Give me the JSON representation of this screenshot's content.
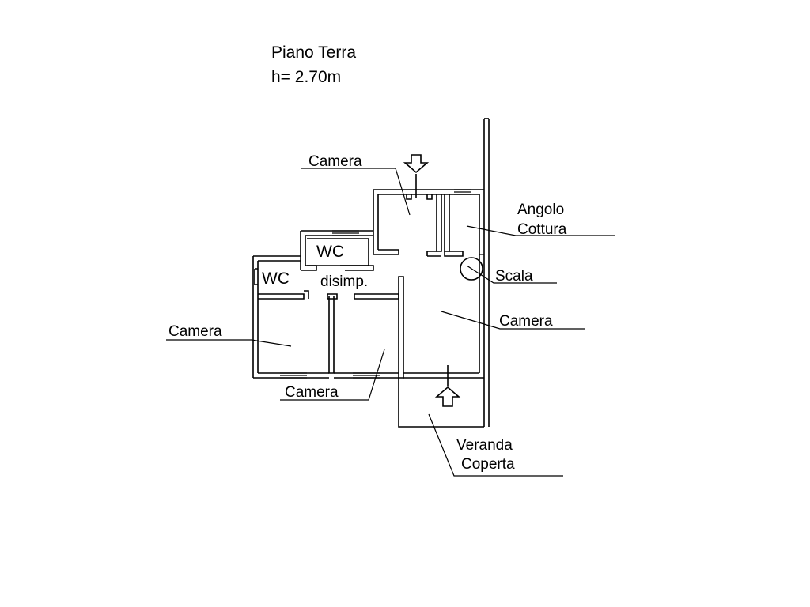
{
  "header": {
    "floor_name": "Piano Terra",
    "ceiling_height": "h= 2.70m"
  },
  "rooms": {
    "camera_north": "Camera",
    "angolo_cottura_line1": "Angolo",
    "angolo_cottura_line2": "Cottura",
    "wc_upper": "WC",
    "wc_lower": "WC",
    "disimpegno": "disimp.",
    "scala": "Scala",
    "camera_living": "Camera",
    "camera_west": "Camera",
    "camera_south": "Camera",
    "veranda_line1": "Veranda",
    "veranda_line2": "Coperta"
  }
}
